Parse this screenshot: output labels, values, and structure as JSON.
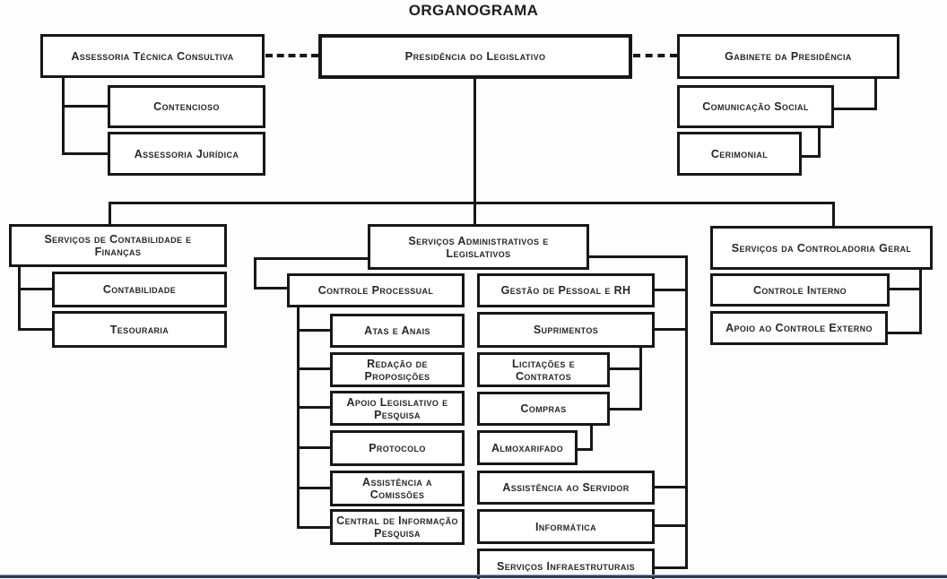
{
  "title": "ORGANOGRAMA",
  "colors": {
    "line": "#171717",
    "box_background": "#ffffff",
    "bottom_rule": "#2f3a55"
  },
  "nodes": {
    "presidencia": "Presidência do Legislativo",
    "assessoria_tecnica": "Assessoria Técnica Consultiva",
    "contencioso": "Contencioso",
    "assessoria_juridica": "Assessoria Jurídica",
    "gabinete": "Gabinete da Presidência",
    "comunicacao_social": "Comunicação Social",
    "cerimonial": "Cerimonial",
    "contabilidade_financas": "Serviços de Contabilidade e\nFinanças",
    "contabilidade": "Contabilidade",
    "tesouraria": "Tesouraria",
    "administrativos": "Serviços Administrativos e\nLegislativos",
    "controle_processual": "Controle Processual",
    "atas_anais": "Atas e Anais",
    "redacao_proposicoes": "Redação de\nProposições",
    "apoio_legislativo": "Apoio Legislativo e\nPesquisa",
    "protocolo": "Protocolo",
    "assistencia_comissoes": "Assistência a\nComissões",
    "central_informacao": "Central de Informação\nPesquisa",
    "gestao_pessoal": "Gestão de Pessoal e RH",
    "suprimentos": "Suprimentos",
    "licitacoes_contratos": "Licitações e Contratos",
    "compras": "Compras",
    "almoxarifado": "Almoxarifado",
    "assistencia_servidor": "Assistência ao Servidor",
    "informatica": "Informática",
    "servicos_infraestruturais": "Serviços Infraestruturais",
    "controladoria": "Serviços da Controladoria Geral",
    "controle_interno": "Controle Interno",
    "apoio_controle_externo": "Apoio ao Controle Externo"
  },
  "hierarchy": {
    "root": "Presidência do Legislativo",
    "staff_left": {
      "label": "Assessoria Técnica Consultiva",
      "children": [
        "Contencioso",
        "Assessoria Jurídica"
      ]
    },
    "staff_right": {
      "label": "Gabinete da Presidência",
      "children": [
        "Comunicação Social",
        "Cerimonial"
      ]
    },
    "branches": [
      {
        "label": "Serviços de Contabilidade e Finanças",
        "children": [
          "Contabilidade",
          "Tesouraria"
        ]
      },
      {
        "label": "Serviços Administrativos e Legislativos",
        "children": [
          {
            "label": "Controle Processual",
            "children": [
              "Atas e Anais",
              "Redação de Proposições",
              "Apoio Legislativo e Pesquisa",
              "Protocolo",
              "Assistência a Comissões",
              "Central de Informação Pesquisa"
            ]
          },
          {
            "label": "Gestão de Pessoal e RH"
          },
          {
            "label": "Suprimentos",
            "children": [
              "Licitações e Contratos",
              {
                "label": "Compras",
                "children": [
                  "Almoxarifado"
                ]
              }
            ]
          },
          {
            "label": "Assistência ao Servidor"
          },
          {
            "label": "Informática"
          },
          {
            "label": "Serviços Infraestruturais"
          }
        ]
      },
      {
        "label": "Serviços da Controladoria Geral",
        "children": [
          "Controle Interno",
          "Apoio ao Controle Externo"
        ]
      }
    ]
  }
}
